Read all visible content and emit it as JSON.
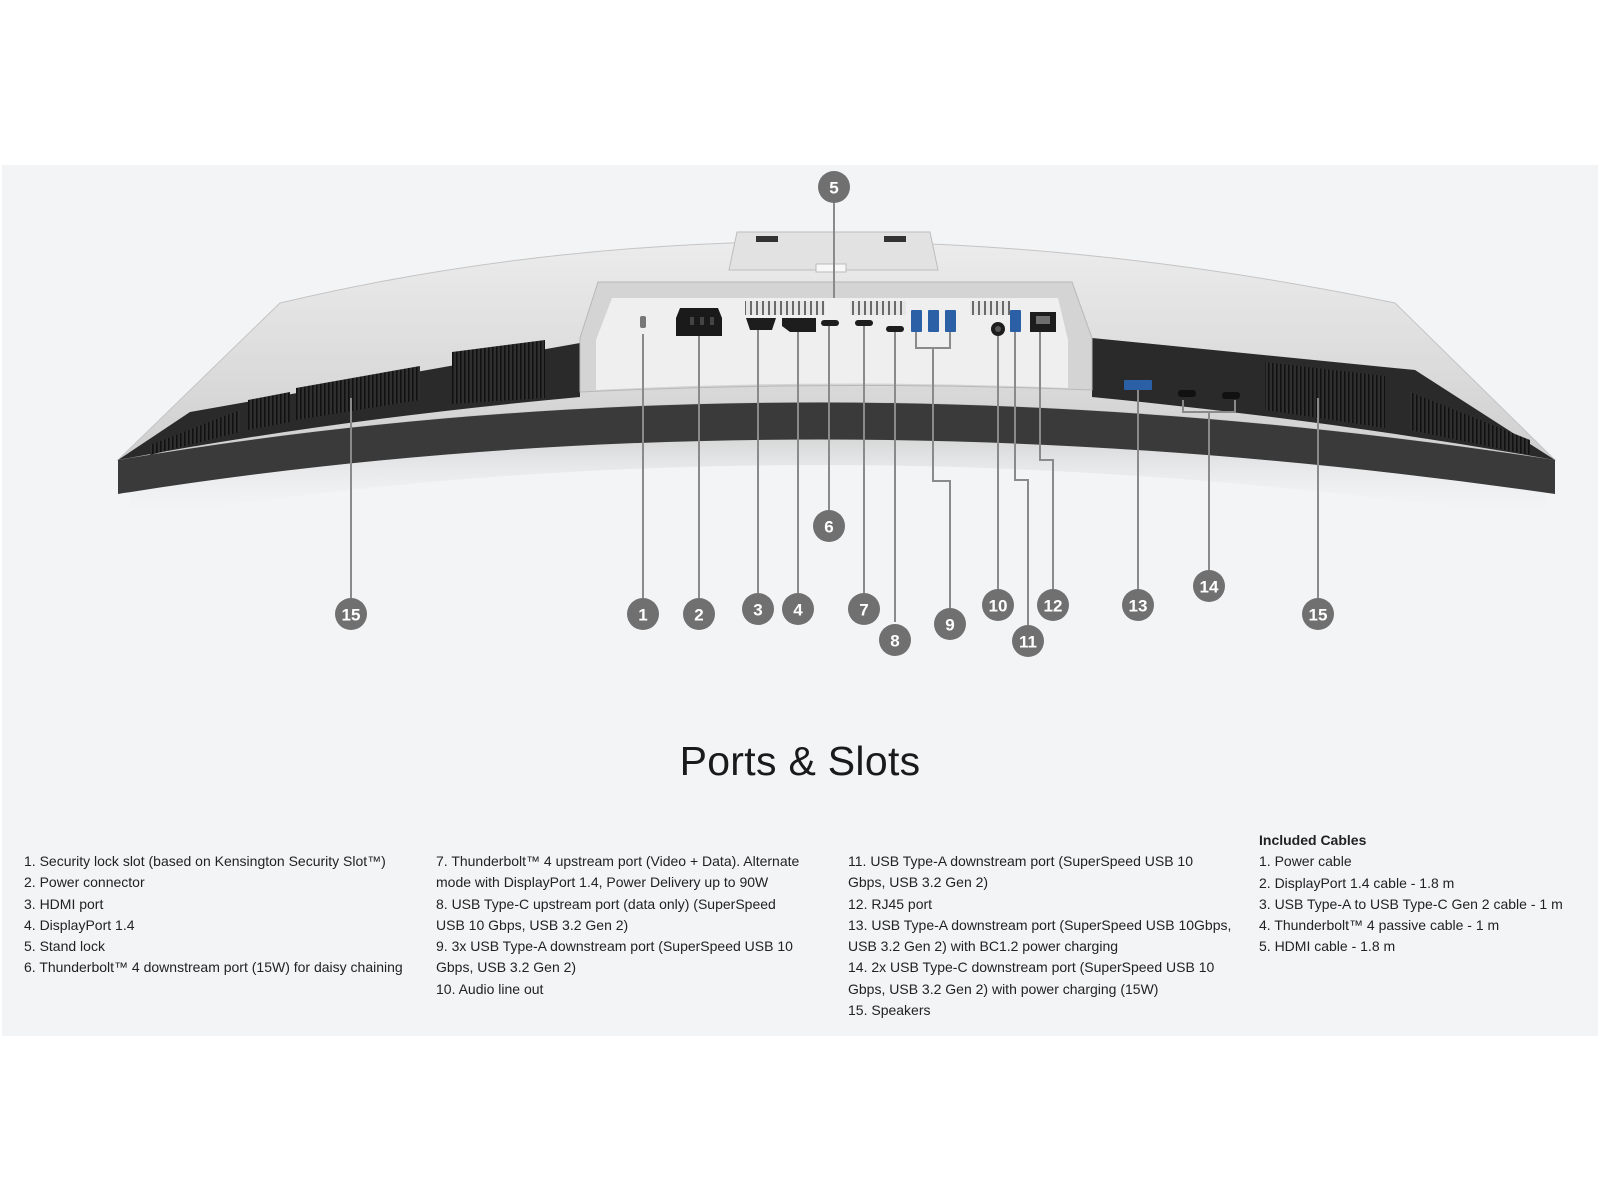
{
  "title": "Ports & Slots",
  "callout_labels": [
    "1",
    "2",
    "3",
    "4",
    "5",
    "6",
    "7",
    "8",
    "9",
    "10",
    "11",
    "12",
    "13",
    "14",
    "15"
  ],
  "legend": {
    "column1": [
      "1. Security lock slot (based on Kensington Security Slot™)",
      "2. Power connector",
      "3. HDMI port",
      "4. DisplayPort 1.4",
      "5. Stand lock",
      "6. Thunderbolt™ 4 downstream port (15W) for daisy chaining"
    ],
    "column2": [
      "7. Thunderbolt™ 4 upstream port (Video + Data). Alternate mode with DisplayPort 1.4, Power Delivery up to 90W",
      "8. USB Type-C upstream port (data only) (SuperSpeed USB 10 Gbps, USB 3.2 Gen 2)",
      "9. 3x USB Type-A downstream port (SuperSpeed USB 10 Gbps, USB 3.2 Gen 2)",
      "10. Audio line out"
    ],
    "column3": [
      "11. USB Type-A downstream port (SuperSpeed USB 10 Gbps, USB 3.2 Gen 2)",
      "12. RJ45 port",
      "13. USB Type-A downstream port (SuperSpeed USB 10Gbps, USB 3.2 Gen 2) with BC1.2 power charging",
      "14. 2x USB Type-C downstream port (SuperSpeed USB 10 Gbps, USB 3.2 Gen 2) with power charging (15W)",
      "15. Speakers"
    ],
    "included_cables": {
      "heading": "Included Cables",
      "items": [
        "1. Power cable",
        "2. DisplayPort 1.4 cable - 1.8 m",
        "3. USB Type-A to USB Type-C Gen 2 cable - 1 m",
        "4. Thunderbolt™ 4 passive cable - 1 m",
        "5. HDMI cable - 1.8 m"
      ]
    }
  },
  "colors": {
    "panel_background": "#f3f4f6",
    "callout_fill": "#707070",
    "monitor_body": "#dcdcdc",
    "speaker_grille": "#2b2b2b"
  }
}
